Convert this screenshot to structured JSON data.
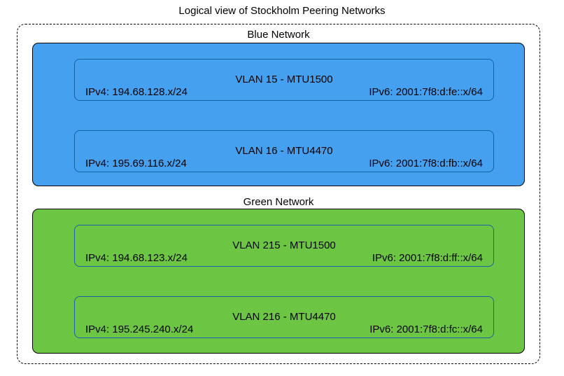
{
  "title": "Logical view of Stockholm Peering Networks",
  "colors": {
    "blue_network_fill": "#45A0F0",
    "green_network_fill": "#6CC643",
    "vlan_border": "#1660A6",
    "network_border": "#000000",
    "boundary_dash": "#000000",
    "background": "#FFFFFF",
    "text": "#000000"
  },
  "networks": [
    {
      "name": "Blue Network",
      "vlans": [
        {
          "title": "VLAN 15 - MTU1500",
          "ipv4": "IPv4: 194.68.128.x/24",
          "ipv6": "IPv6: 2001:7f8:d:fe::x/64"
        },
        {
          "title": "VLAN 16 - MTU4470",
          "ipv4": "IPv4: 195.69.116.x/24",
          "ipv6": "IPv6: 2001:7f8:d:fb::x/64"
        }
      ]
    },
    {
      "name": "Green Network",
      "vlans": [
        {
          "title": "VLAN 215 - MTU1500",
          "ipv4": "IPv4: 194.68.123.x/24",
          "ipv6": "IPv6: 2001:7f8:d:ff::x/64"
        },
        {
          "title": "VLAN 216 - MTU4470",
          "ipv4": "IPv4: 195.245.240.x/24",
          "ipv6": "IPv6: 2001:7f8:d:fc::x/64"
        }
      ]
    }
  ]
}
